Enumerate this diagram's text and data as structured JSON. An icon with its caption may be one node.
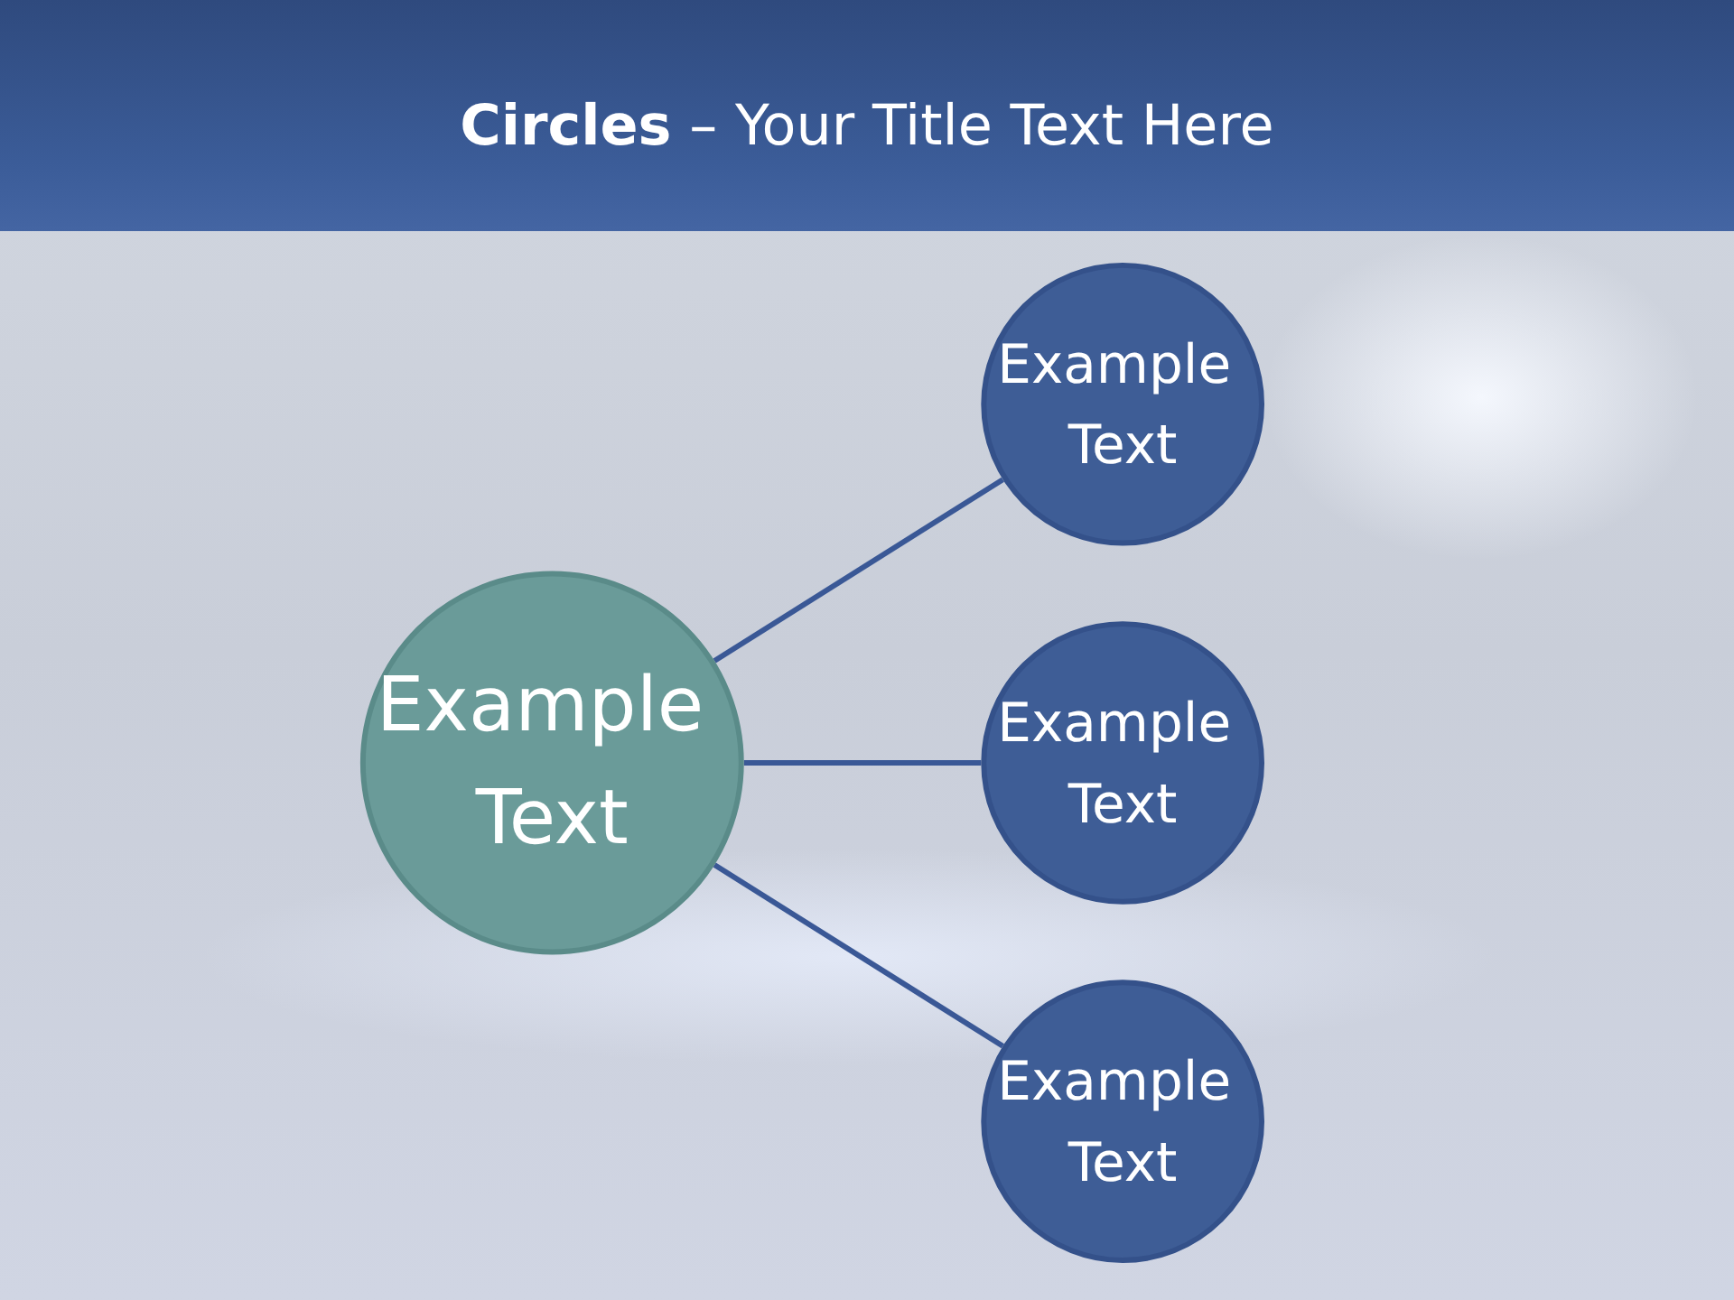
{
  "diagram": {
    "title": "**Circles** – Your Title Text Here",
    "nodes": [
      {
        "text": [
          "Example Text"
        ]
      },
      {
        "text": [
          "Example Text"
        ]
      },
      {
        "text": [
          "Example Text"
        ]
      },
      {
        "text": [
          "Example Text"
        ]
      }
    ],
    "edges": [
      {
        "from": 0,
        "to": 1,
        "arrow": "none"
      },
      {
        "from": 0,
        "to": 2,
        "arrow": "none"
      },
      {
        "from": 0,
        "to": 3,
        "arrow": "none"
      }
    ]
  }
}
